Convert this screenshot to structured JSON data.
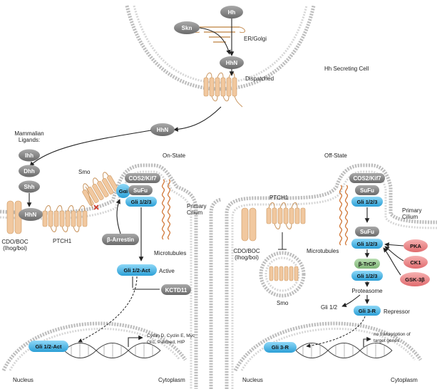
{
  "top": {
    "hh": "Hh",
    "skn": "Skn",
    "er_golgi": "ER/Golgi",
    "hhn": "HhN",
    "dispatched": "Dispatched",
    "secreting_cell": "Hh Secreting Cell"
  },
  "left": {
    "hhn_released": "HhN",
    "mammalian_ligands": [
      "Mammalian",
      "Ligands:"
    ],
    "ihh": "Ihh",
    "dhh": "Dhh",
    "shh": "Shh",
    "hhn_bound": "HhN",
    "smo": "Smo",
    "galpha": "Gαi",
    "cos2": "COS2/Kif7",
    "sufu": "SuFu",
    "gli123": "Gli 1/2/3",
    "on_state": "On-State",
    "primary_cilium": [
      "Primary",
      "Cilium"
    ],
    "microtubules": "Microtubules",
    "barrestin": "β-Arrestin",
    "ptch1": "PTCH1",
    "cdo_boc": [
      "CDO/BOC",
      "(Ihog/boi)"
    ],
    "gli_act": "Gli 1/2-Act",
    "active": "Active",
    "kctd11": "KCTD11",
    "gli_act_nuc": "Gli 1/2-Act",
    "targets": [
      "Cyclin D, Cyclin E, Myc",
      "Gli1, Patched, HIP"
    ],
    "nucleus": "Nucleus",
    "cytoplasm": "Cytoplasm"
  },
  "right": {
    "off_state": "Off-State",
    "cos2": "COS2/Kif7",
    "sufu_top": "SuFu",
    "gli123_top": "Gli 1/2/3",
    "primary_cilium": [
      "Primary",
      "Cilium"
    ],
    "ptch1": "PTCH1",
    "sufu": "SuFu",
    "gli123": "Gli 1/2/3",
    "pka": "PKA",
    "ck1": "CK1",
    "gsk3b": "GSK-3β",
    "microtubules": "Microtubules",
    "btrcp": "β-TrCP",
    "gli123_low": "Gli 1/2/3",
    "proteasome": "Proteasome",
    "cdo_boc": [
      "CDO/BOC",
      "(Ihog/boi)"
    ],
    "smo": "Smo",
    "gli12": "Gli 1/2",
    "gli3r": "Gli 3-R",
    "repressor": "Repressor",
    "gli3r_nuc": "Gli 3-R",
    "no_transcription": [
      "no transcription of",
      "target genes"
    ],
    "nucleus": "Nucleus",
    "cytoplasm": "Cytoplasm"
  },
  "colors": {
    "gray_pill": "#7c7c7c",
    "blue_pill": "#3aaee0",
    "red_pill": "#e9787a",
    "green_pill": "#8bbf82",
    "tm_protein": "#f1c89f",
    "membrane": "#bdbdbd"
  }
}
